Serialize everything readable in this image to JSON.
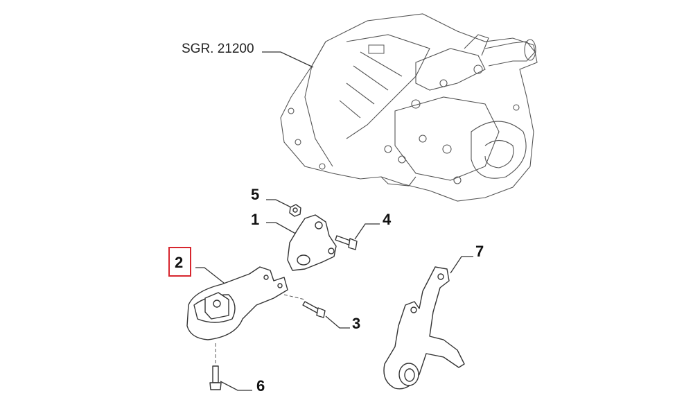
{
  "diagram": {
    "gearbox_ref": "SGR. 21200",
    "callouts": [
      {
        "id": "1",
        "text": "1"
      },
      {
        "id": "2",
        "text": "2",
        "highlighted": true
      },
      {
        "id": "3",
        "text": "3"
      },
      {
        "id": "4",
        "text": "4"
      },
      {
        "id": "5",
        "text": "5"
      },
      {
        "id": "6",
        "text": "6"
      },
      {
        "id": "7",
        "text": "7"
      }
    ],
    "highlight_color": "#d7262e"
  }
}
